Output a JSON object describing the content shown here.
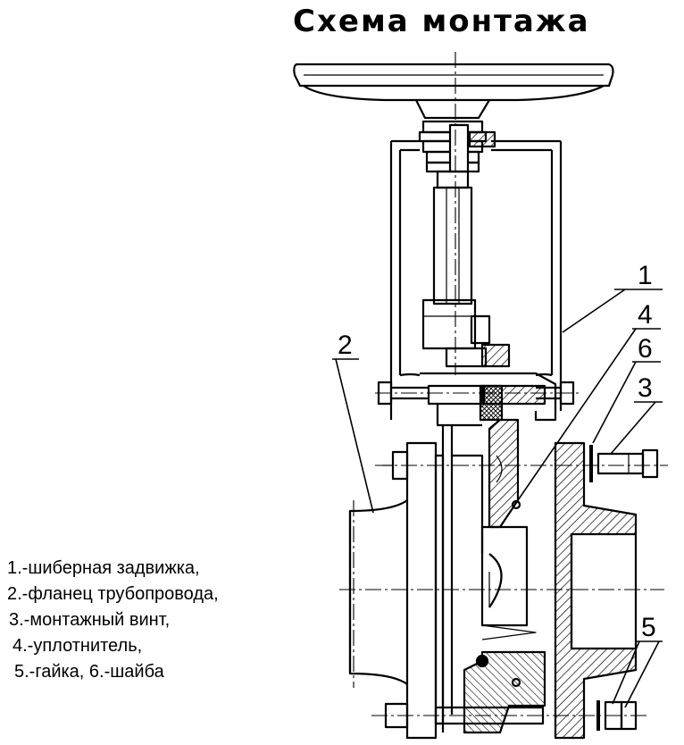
{
  "title": "Схема монтажа",
  "legend": [
    "1.-шиберная задвижка,",
    "2.-фланец трубопровода,",
    "3.-монтажный винт,",
    "4.-уплотнитель,",
    "5.-гайка, 6.-шайба"
  ],
  "callouts": [
    "1",
    "2",
    "3",
    "4",
    "5",
    "6"
  ],
  "colors": {
    "line": "#000000",
    "background": "#ffffff"
  }
}
